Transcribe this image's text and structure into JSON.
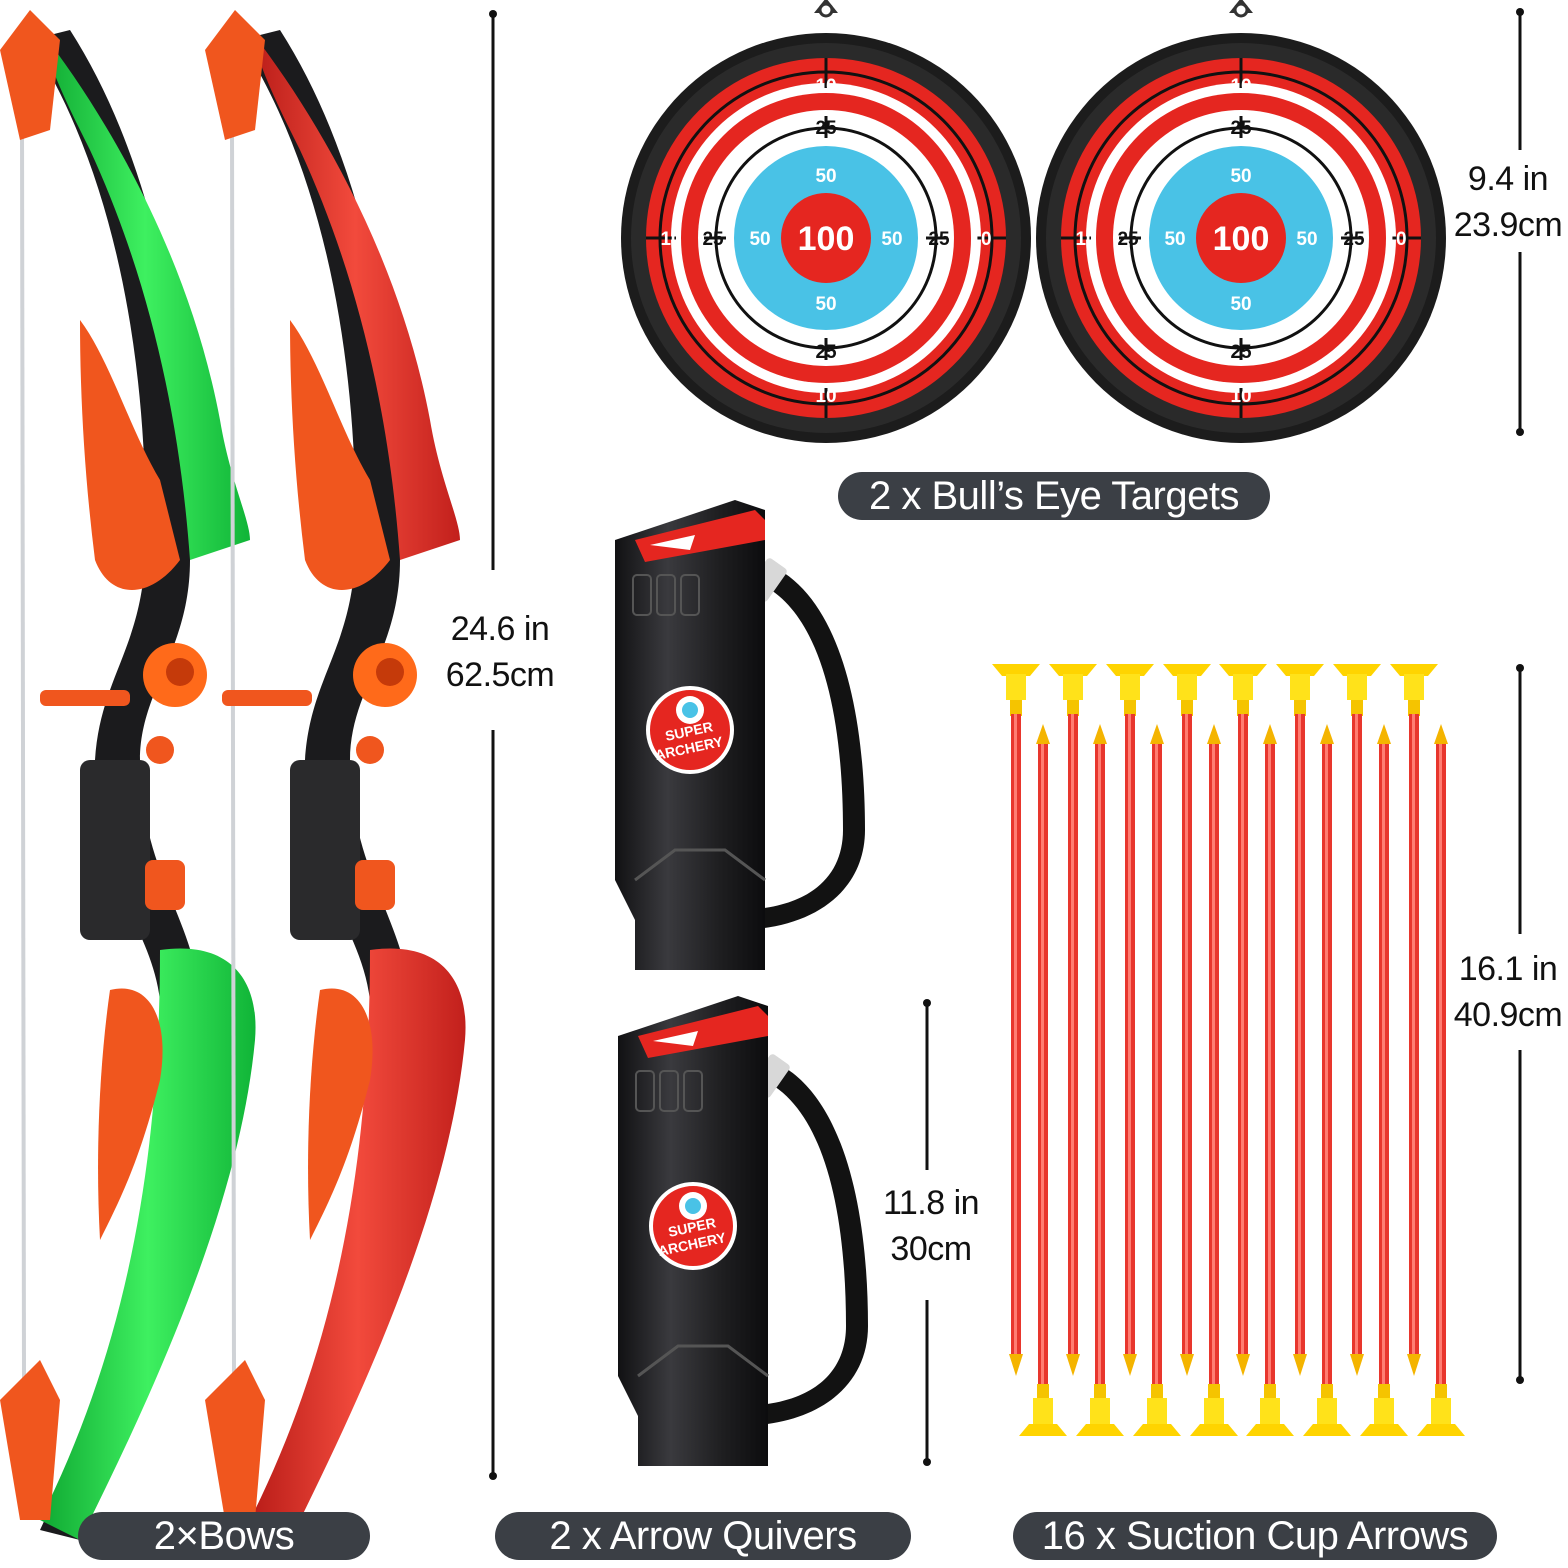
{
  "labels": {
    "bows": "2×Bows",
    "quivers": "2 x Arrow  Quivers",
    "arrows": "16 x Suction Cup Arrows",
    "targets": "2 x Bull’s  Eye Targets"
  },
  "dimensions": {
    "bow": [
      "24.6 in",
      "62.5cm"
    ],
    "target": [
      "9.4 in",
      "23.9cm"
    ],
    "arrow": [
      "16.1 in",
      "40.9cm"
    ],
    "quiver": [
      "11.8 in",
      "30cm"
    ]
  },
  "target_scores": {
    "center": "100",
    "inner": "50",
    "middle": "25",
    "outer": "10"
  },
  "quiver_logo": [
    "SUPER",
    "ARCHERY"
  ],
  "counts": {
    "bows": 2,
    "targets": 2,
    "quivers": 2,
    "arrows": 16
  },
  "colors": {
    "pill": "#3b3f45",
    "bow_green": "#22d24a",
    "bow_red": "#e8322c",
    "bow_orange": "#f0561e",
    "target_red": "#e52620",
    "target_blue": "#49c2e6",
    "arrow_red": "#e8362d",
    "suction_yellow": "#ffe21a",
    "quiver_black": "#1e1e20"
  }
}
